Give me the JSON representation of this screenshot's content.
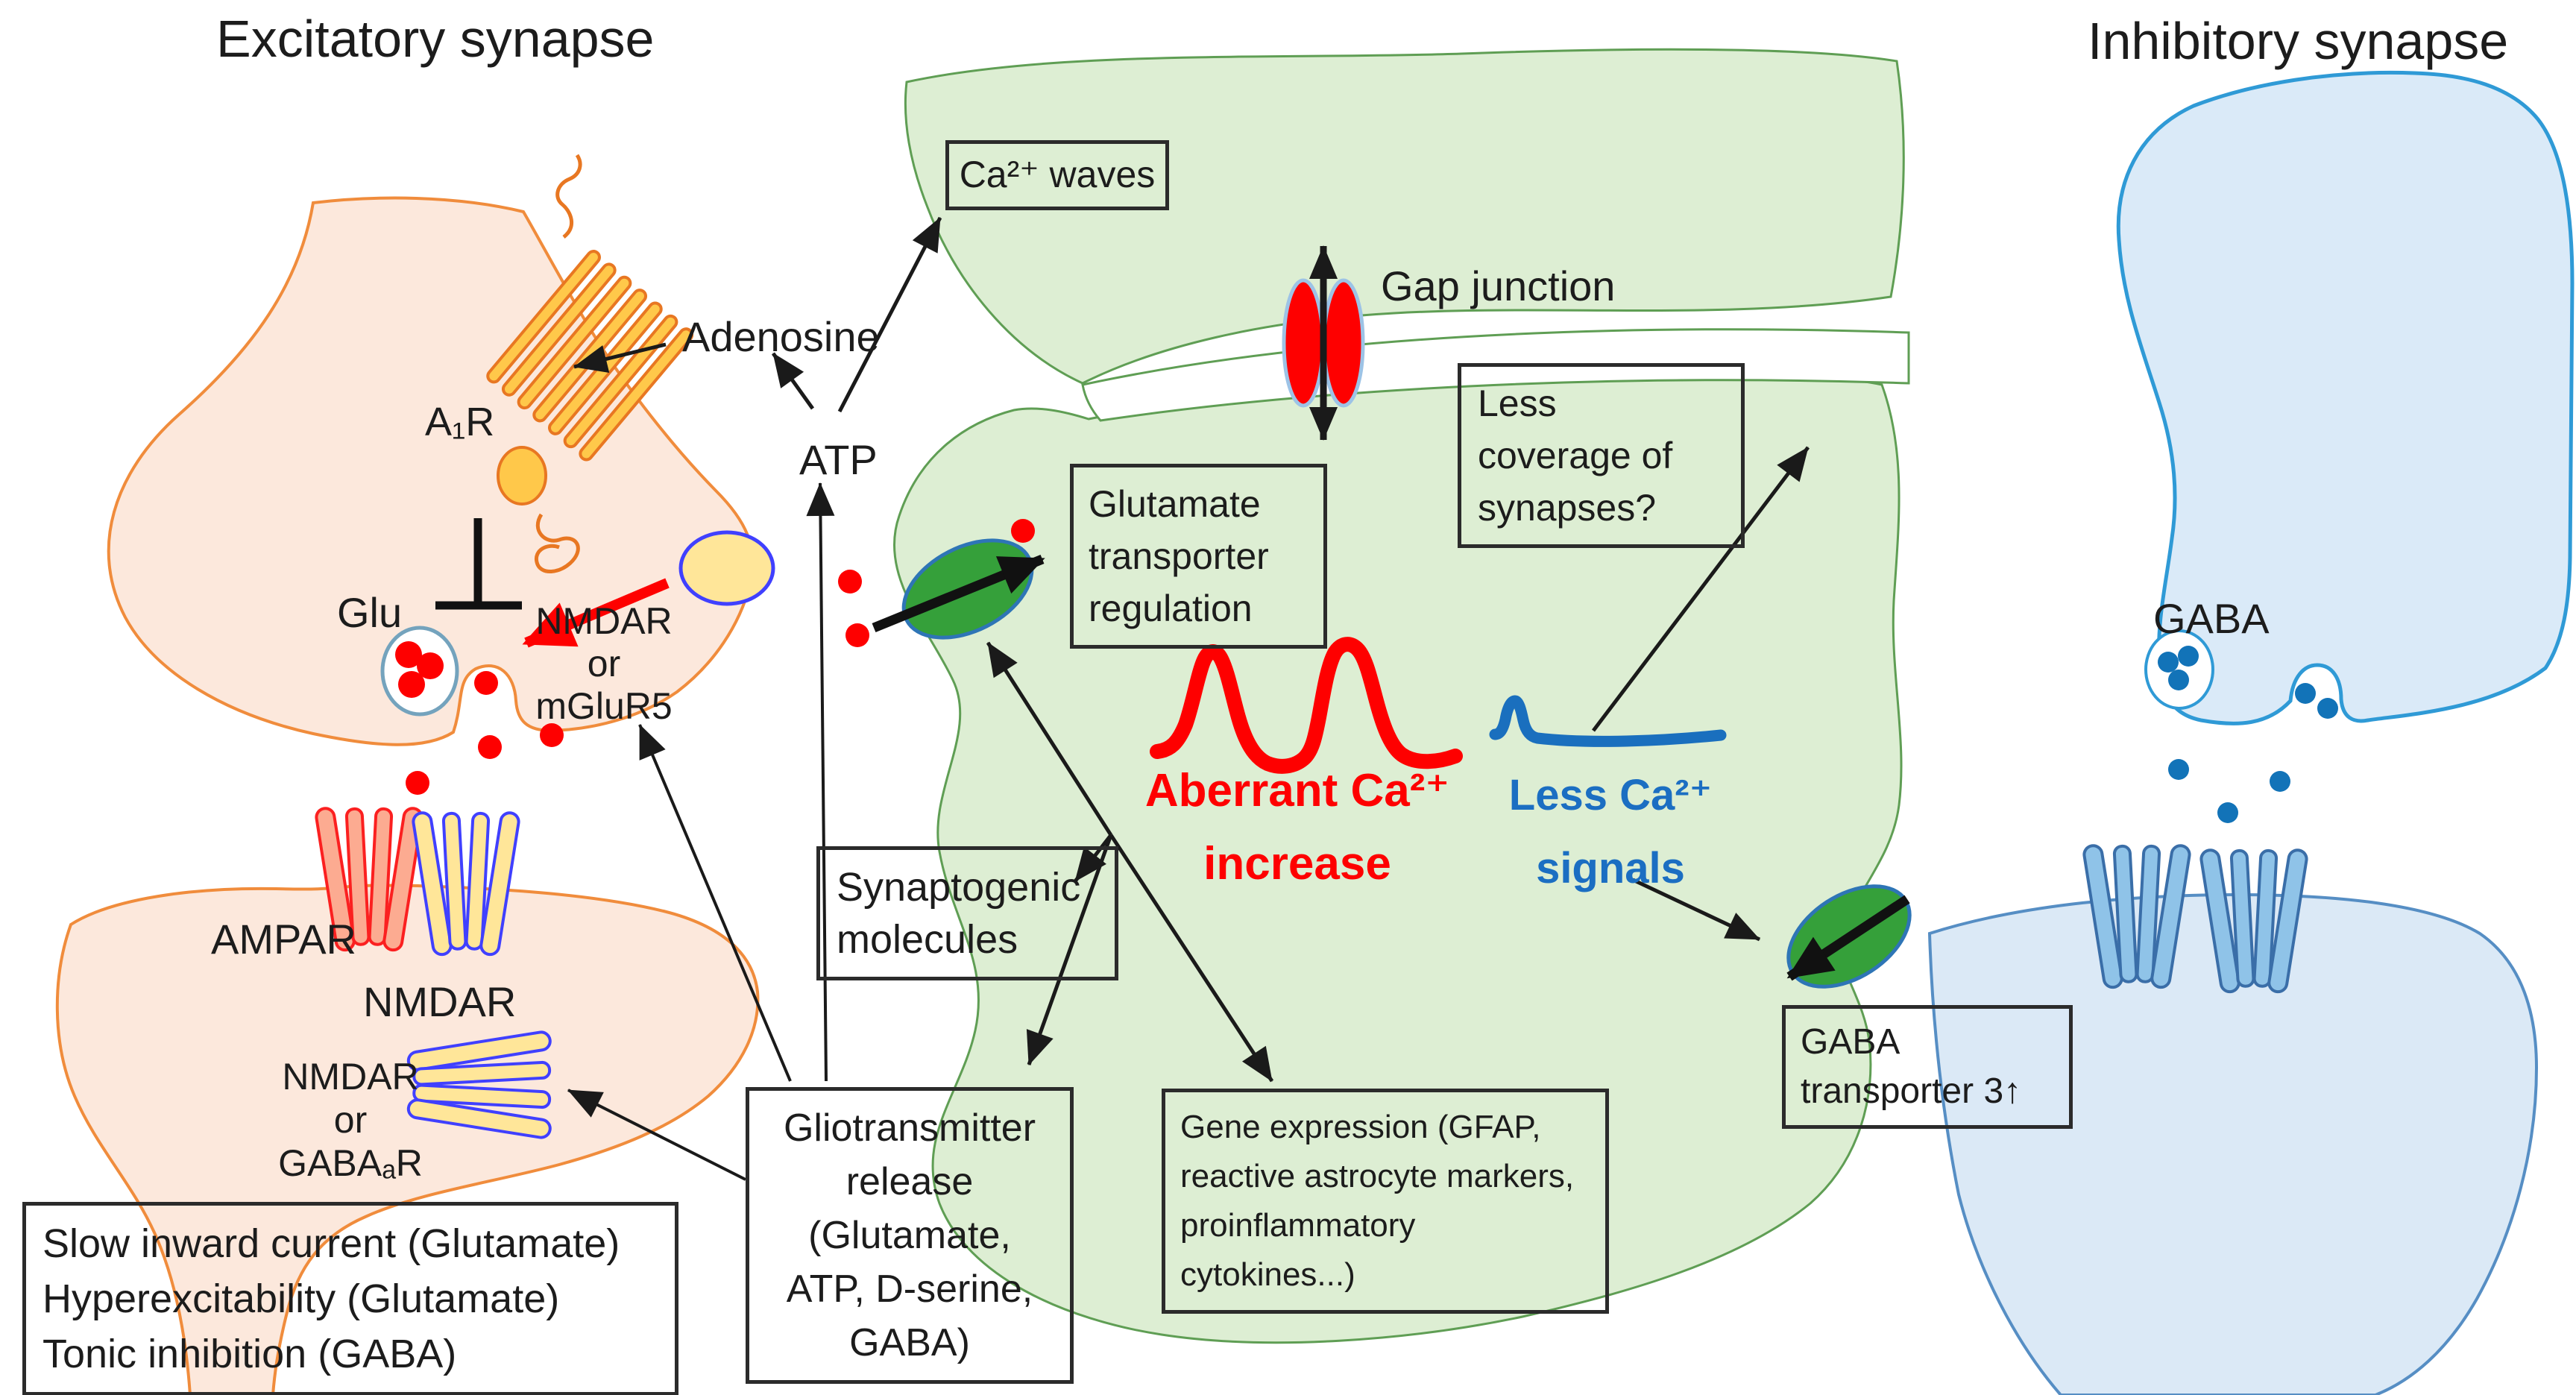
{
  "titles": {
    "left": "Excitatory synapse",
    "right": "Inhibitory synapse"
  },
  "excitatory": {
    "a1r_label": "A₁R",
    "adenosine_label": "Adenosine",
    "atp_label": "ATP",
    "glu_label": "Glu",
    "nmdar_mglur5_label": "NMDAR\nor mGluR5",
    "ampar_label": "AMPAR",
    "nmdar_label": "NMDAR",
    "nmdar_gabaar_label": "NMDAR or\nGABAₐR",
    "effects_box": "Slow inward current (Glutamate)\nHyperexcitability (Glutamate)\nTonic inhibition (GABA)"
  },
  "astrocyte": {
    "ca_waves_box": "Ca²⁺ waves",
    "gap_junction_label": "Gap junction",
    "glutamate_transporter_box": "Glutamate\ntransporter\nregulation",
    "less_coverage_box": "Less\ncoverage of\nsynapses?",
    "aberrant_ca_label": "Aberrant Ca²⁺\nincrease",
    "less_ca_label": "Less Ca²⁺\nsignals",
    "synaptogenic_box": "Synaptogenic\nmolecules",
    "gliotransmitter_box": "Gliotransmitter\nrelease\n(Glutamate,\nATP, D-serine,\nGABA)",
    "gene_expression_box": "Gene expression (GFAP,\nreactive astrocyte markers,\nproinflammatory cytokines...)",
    "gaba_transporter_box": "GABA\ntransporter 3↑"
  },
  "inhibitory": {
    "gaba_label": "GABA"
  },
  "colors": {
    "astrocyte_fill": "#ddeed3",
    "astrocyte_stroke": "#5f9e54",
    "excitatory_fill": "#fce8dc",
    "excitatory_stroke": "#f08c3c",
    "inhibitory_fill": "#daeaf8",
    "inhibitory_stroke": "#2f9ad6",
    "receptor_salmon": "#fcab91",
    "receptor_yellow": "#ffe699",
    "receptor_blue": "#8fc3e8",
    "receptor_outline_blue": "#4040ff",
    "a1r_fill": "#ffc84a",
    "a1r_stroke": "#e87722",
    "transporter_green": "#35a03a",
    "transporter_outline": "#2e75b6",
    "gap_junction_red": "#fe0000",
    "glutamate_dot_red": "#fe0000",
    "gaba_dot_blue": "#1273b8",
    "aberrant_trace_red": "#fe0000",
    "less_trace_blue": "#1a6fbe",
    "box_border": "#2b2b2b"
  }
}
